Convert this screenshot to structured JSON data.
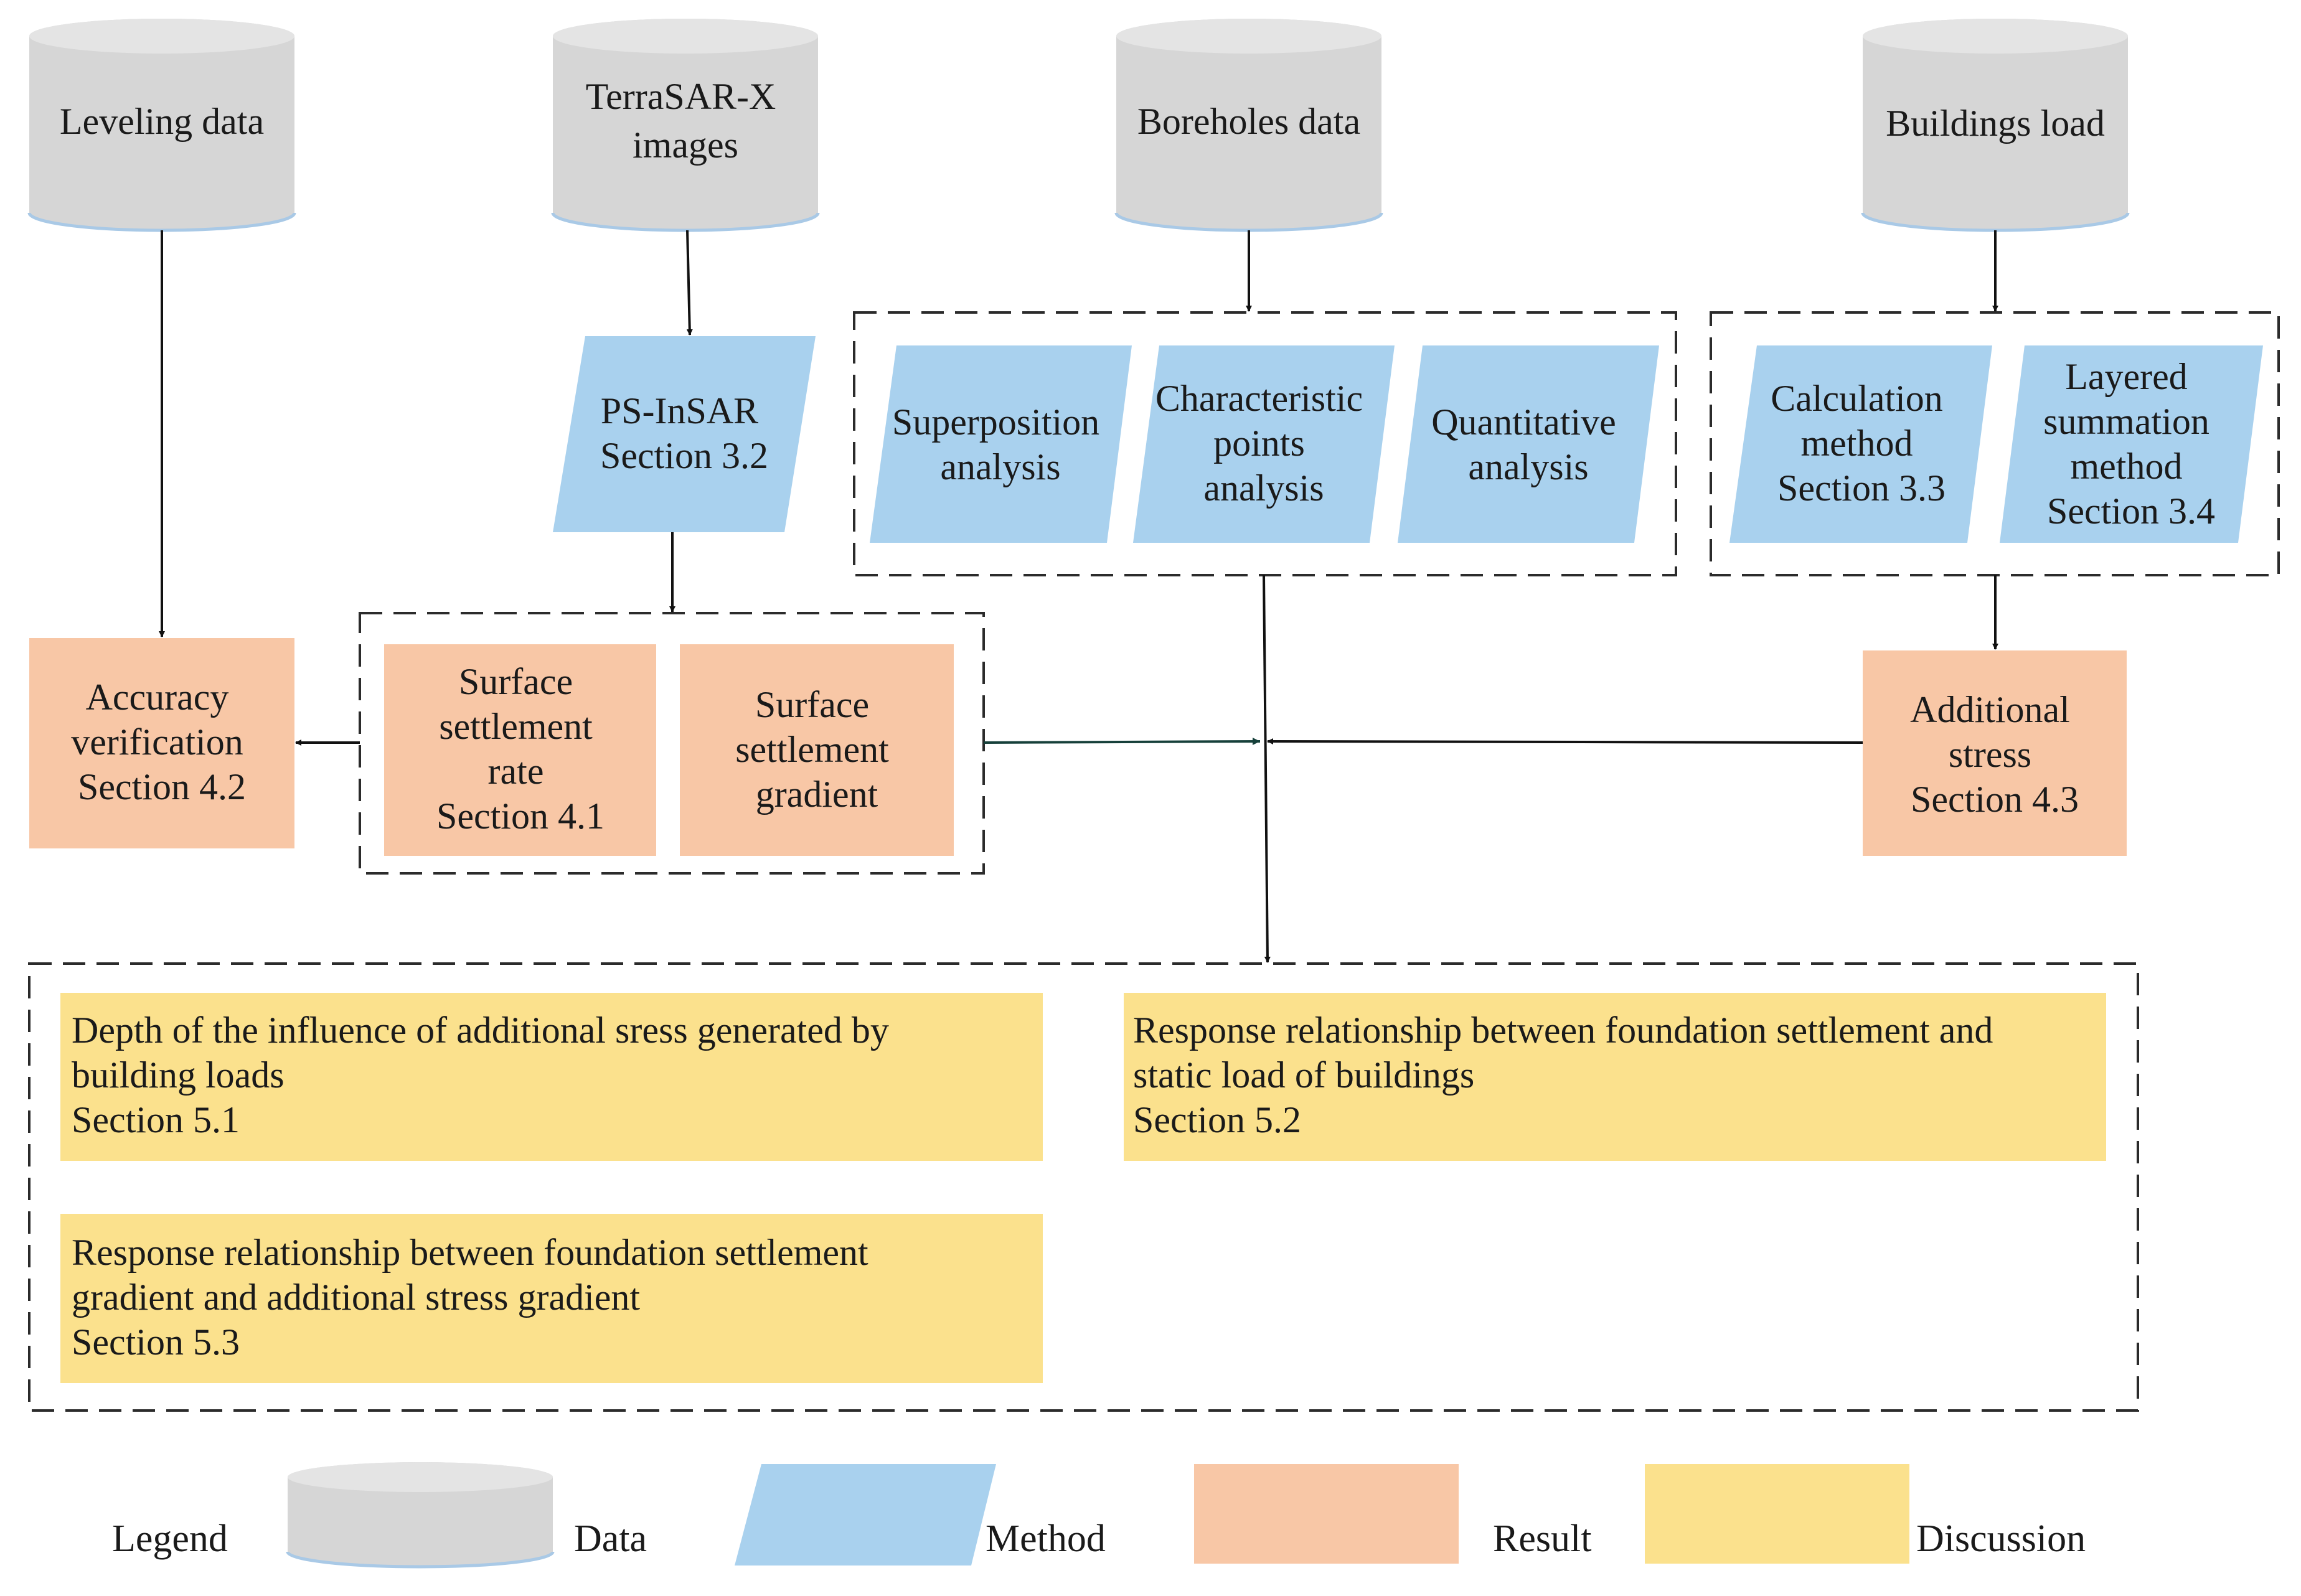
{
  "data_sources": {
    "leveling": [
      "Leveling data"
    ],
    "terrasar": [
      "TerraSAR-X",
      "images"
    ],
    "boreholes": [
      "Boreholes data"
    ],
    "buildings": [
      "Buildings load"
    ]
  },
  "methods": {
    "psinsar": [
      "PS-InSAR",
      "Section 3.2"
    ],
    "superposition": [
      "Superposition",
      "analysis"
    ],
    "characteristic": [
      "Characteristic",
      "points",
      "analysis"
    ],
    "quantitative": [
      "Quantitative",
      "analysis"
    ],
    "calculation": [
      "Calculation",
      "method",
      "Section 3.3"
    ],
    "layered": [
      "Layered",
      "summation",
      "method",
      "Section 3.4"
    ]
  },
  "results": {
    "accuracy": [
      "Accuracy",
      "verification",
      "Section 4.2"
    ],
    "settlement_rate": [
      "Surface",
      "settlement",
      "rate",
      "Section 4.1"
    ],
    "settlement_gradient": [
      "Surface",
      "settlement",
      "gradient"
    ],
    "additional_stress": [
      "Additional",
      "stress",
      "Section 4.3"
    ]
  },
  "discussions": {
    "d51": [
      "Depth of the influence of additional sress generated by",
      "building loads",
      "Section 5.1"
    ],
    "d52": [
      "Response relationship between foundation settlement and",
      "static load of buildings",
      "Section 5.2"
    ],
    "d53": [
      "Response relationship between foundation settlement",
      "gradient and additional stress gradient",
      "Section 5.3"
    ]
  },
  "legend": {
    "title": "Legend",
    "data": "Data",
    "method": "Method",
    "result": "Result",
    "discussion": "Discussion"
  },
  "colors": {
    "data": "#d6d6d6",
    "method": "#a9d1ee",
    "result": "#f8c7a6",
    "discussion": "#fbe18d"
  }
}
